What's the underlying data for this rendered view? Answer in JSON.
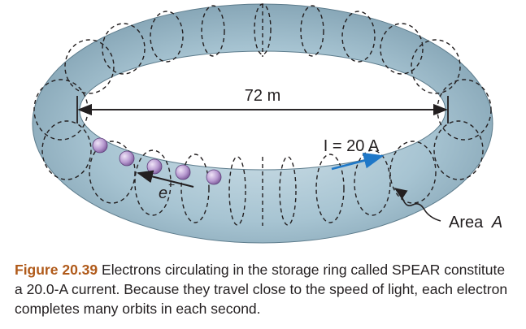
{
  "diagram": {
    "diameter_label": "72 m",
    "current_label": "I = 20 A",
    "electron_label": "e",
    "area_label_word": "Area",
    "area_label_symbol": "A"
  },
  "caption": {
    "number": "Figure 20.39",
    "text": "Electrons circulating in the storage ring called SPEAR constitute a 20.0-A current. Because they travel close to the speed of light, each electron completes many orbits in each second."
  },
  "colors": {
    "torus_fill": "#a7c4d2",
    "torus_edge": "#5d7c8c",
    "electron": "#b79ad0",
    "current_arrow": "#1f78c8",
    "caption_number": "#b05a1a"
  }
}
